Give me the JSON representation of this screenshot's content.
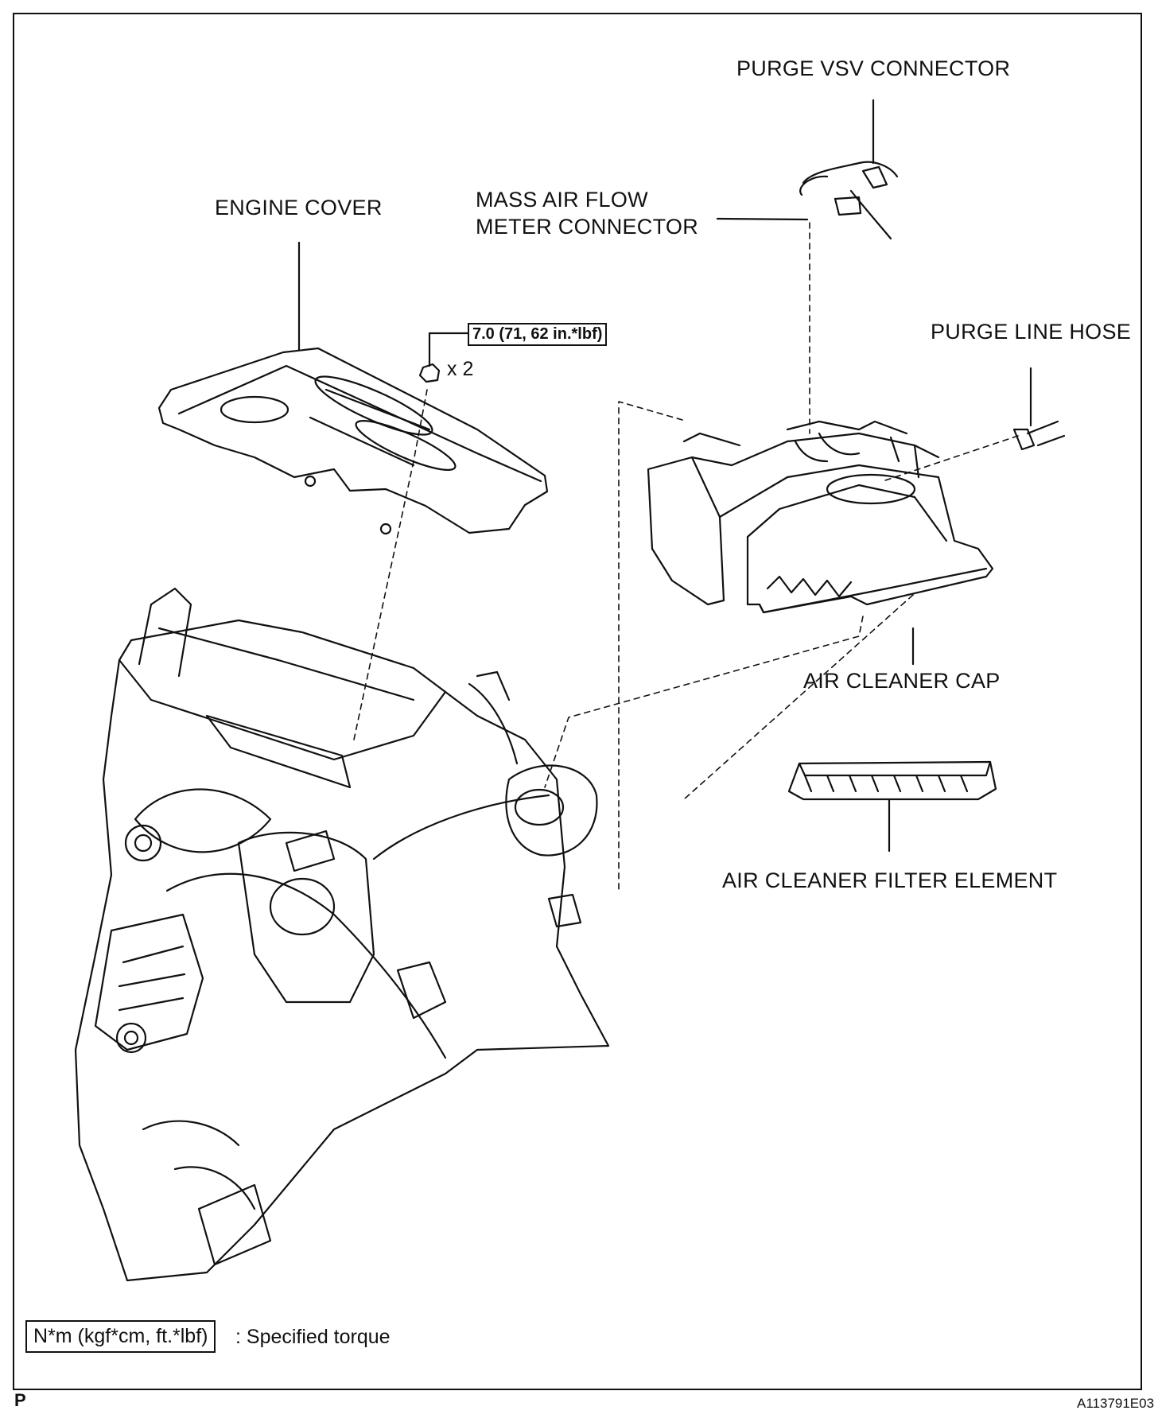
{
  "labels": {
    "purge_vsv_connector": "PURGE VSV CONNECTOR",
    "mass_air_flow_line1": "MASS AIR FLOW",
    "mass_air_flow_line2": "METER CONNECTOR",
    "engine_cover": "ENGINE COVER",
    "purge_line_hose": "PURGE LINE HOSE",
    "air_cleaner_cap": "AIR CLEANER CAP",
    "air_cleaner_filter_element": "AIR CLEANER FILTER ELEMENT"
  },
  "torque_spec": "7.0 (71, 62 in.*lbf)",
  "quantity": "x 2",
  "legend": {
    "box": "N*m (kgf*cm, ft.*lbf)",
    "text": ": Specified torque"
  },
  "corner_mark": "P",
  "figure_id": "A113791E03",
  "colors": {
    "line": "#111111",
    "background": "#ffffff"
  }
}
